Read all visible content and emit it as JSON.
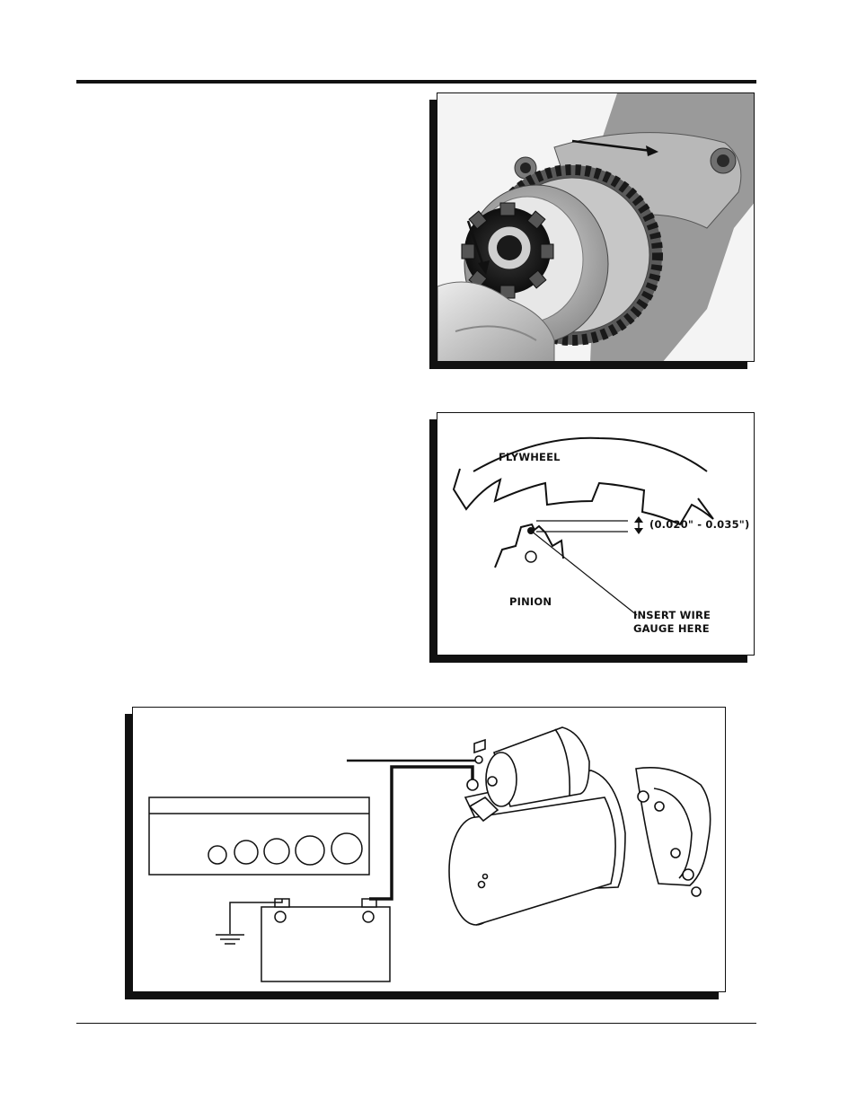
{
  "clearance_diagram": {
    "flywheel_label": "FLYWHEEL",
    "pinion_label": "PINION",
    "clearance_range": "(0.020\" - 0.035\")",
    "insert_line1": "INSERT WIRE",
    "insert_line2": "GAUGE HERE"
  }
}
